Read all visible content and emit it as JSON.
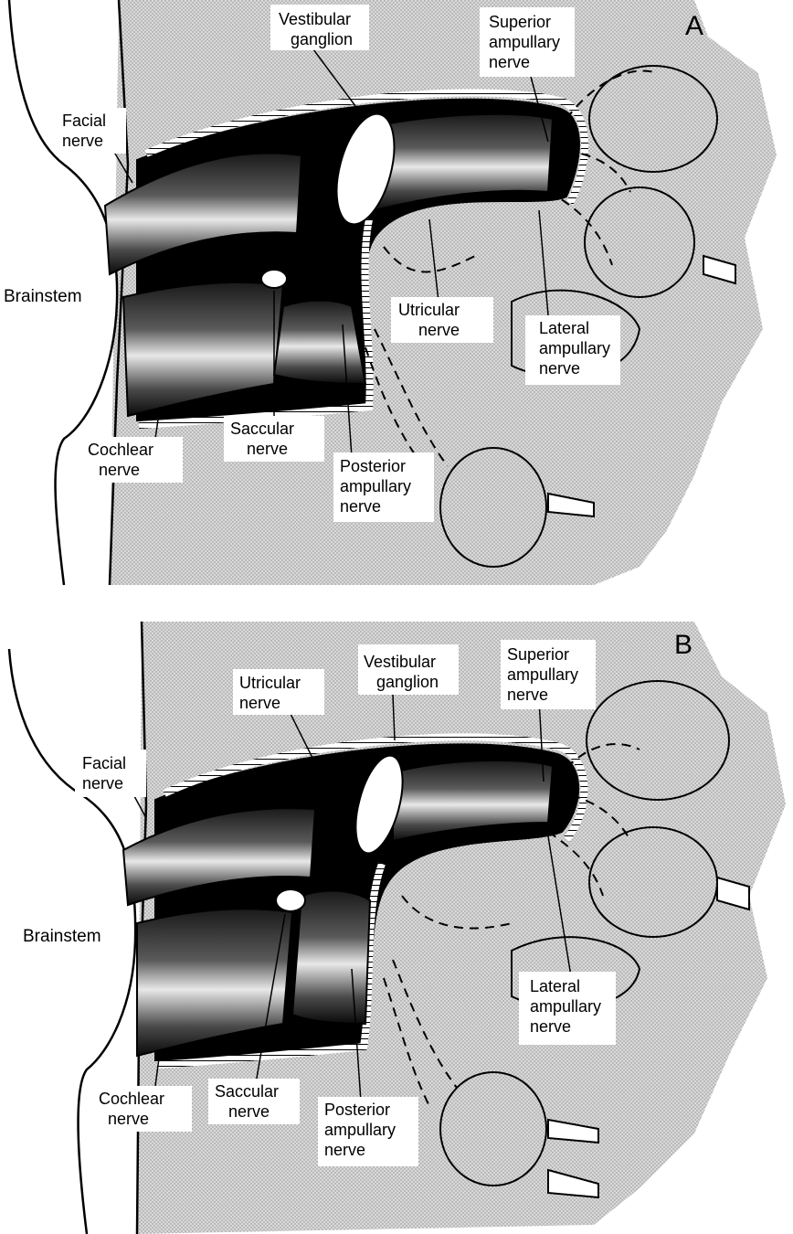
{
  "panels": [
    {
      "letter": "A",
      "labels": {
        "brainstem": "Brainstem",
        "facial_1": "Facial",
        "facial_2": "nerve",
        "vestibular_1": "Vestibular",
        "vestibular_2": "ganglion",
        "superior_1": "Superior",
        "superior_2": "ampullary",
        "superior_3": "nerve",
        "utricular_1": "Utricular",
        "utricular_2": "nerve",
        "lateral_1": "Lateral",
        "lateral_2": "ampullary",
        "lateral_3": "nerve",
        "saccular_1": "Saccular",
        "saccular_2": "nerve",
        "cochlear_1": "Cochlear",
        "cochlear_2": "nerve",
        "posterior_1": "Posterior",
        "posterior_2": "ampullary",
        "posterior_3": "nerve"
      }
    },
    {
      "letter": "B",
      "labels": {
        "brainstem": "Brainstem",
        "facial_1": "Facial",
        "facial_2": "nerve",
        "vestibular_1": "Vestibular",
        "vestibular_2": "ganglion",
        "superior_1": "Superior",
        "superior_2": "ampullary",
        "superior_3": "nerve",
        "utricular_1": "Utricular",
        "utricular_2": "nerve",
        "lateral_1": "Lateral",
        "lateral_2": "ampullary",
        "lateral_3": "nerve",
        "saccular_1": "Saccular",
        "saccular_2": "nerve",
        "cochlear_1": "Cochlear",
        "cochlear_2": "nerve",
        "posterior_1": "Posterior",
        "posterior_2": "ampullary",
        "posterior_3": "nerve"
      }
    }
  ]
}
